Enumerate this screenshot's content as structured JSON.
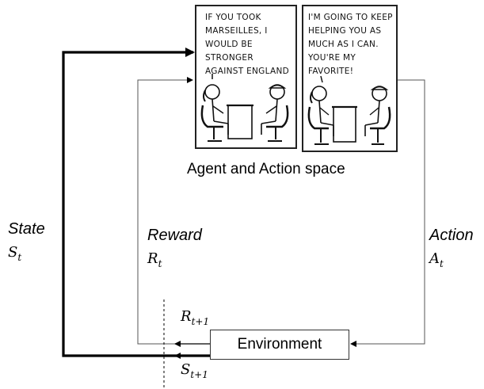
{
  "panel_left": {
    "speech_lines": [
      "IF YOU TOOK",
      "MARSEILLES, I",
      "WOULD BE",
      "STRONGER",
      "AGAINST ENGLAND"
    ]
  },
  "panel_right": {
    "speech_lines": [
      "I'M GOING TO KEEP",
      "HELPING YOU AS",
      "MUCH AS I CAN.",
      "YOU'RE MY",
      "FAVORITE!"
    ]
  },
  "caption": "Agent and Action space",
  "state": {
    "label": "State",
    "symbol": "S",
    "sub": "t"
  },
  "reward": {
    "label": "Reward",
    "symbol": "R",
    "sub": "t"
  },
  "action": {
    "label": "Action",
    "symbol": "A",
    "sub": "t"
  },
  "env_label": "Environment",
  "next_reward": {
    "symbol": "R",
    "sub": "t+1"
  },
  "next_state": {
    "symbol": "S",
    "sub": "t+1"
  }
}
